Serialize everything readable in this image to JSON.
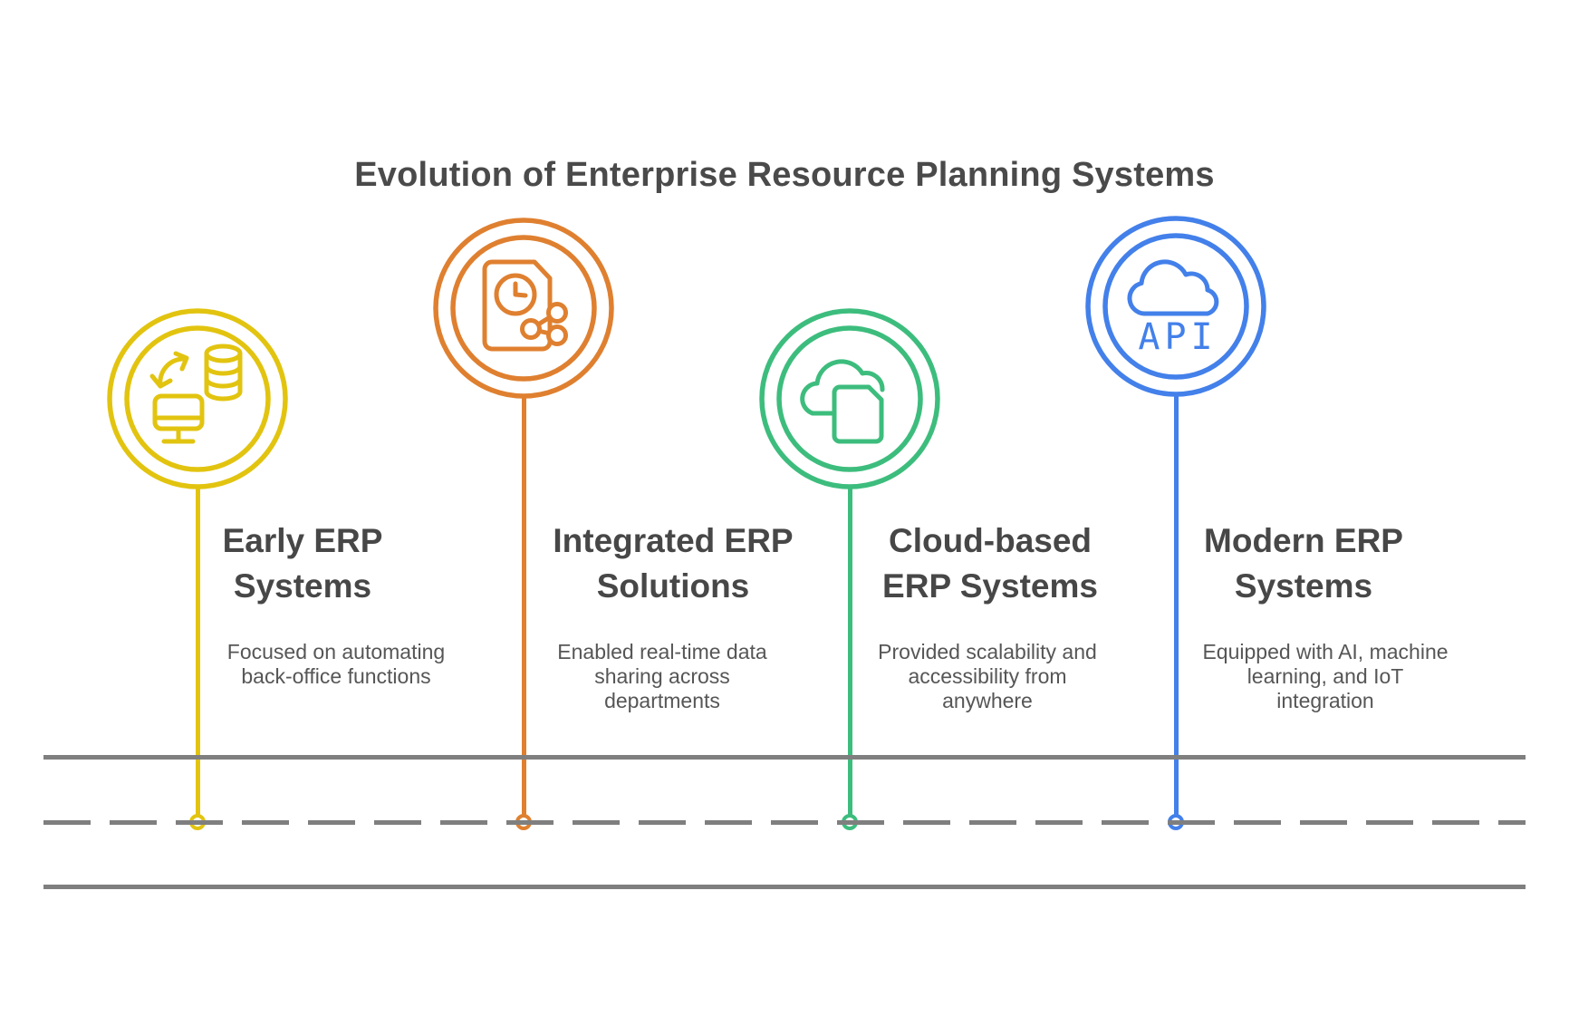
{
  "title": "Evolution of Enterprise Resource Planning Systems",
  "milestones": [
    {
      "heading": "Early ERP\nSystems",
      "description": "Focused on automating\nback-office functions",
      "color": "#E2C410",
      "icon": "monitor-database-sync-icon"
    },
    {
      "heading": "Integrated ERP\nSolutions",
      "description": "Enabled real-time data\nsharing across\ndepartments",
      "color": "#DF8030",
      "icon": "document-clock-share-icon"
    },
    {
      "heading": "Cloud-based\nERP Systems",
      "description": "Provided scalability and\naccessibility from\nanywhere",
      "color": "#3DBD7D",
      "icon": "cloud-document-icon"
    },
    {
      "heading": "Modern ERP\nSystems",
      "description": "Equipped with AI, machine\nlearning, and IoT\nintegration",
      "color": "#4380EA",
      "icon": "cloud-api-icon",
      "icon_text": "API"
    }
  ],
  "timeline": {
    "road_color": "#7F7F7F"
  }
}
